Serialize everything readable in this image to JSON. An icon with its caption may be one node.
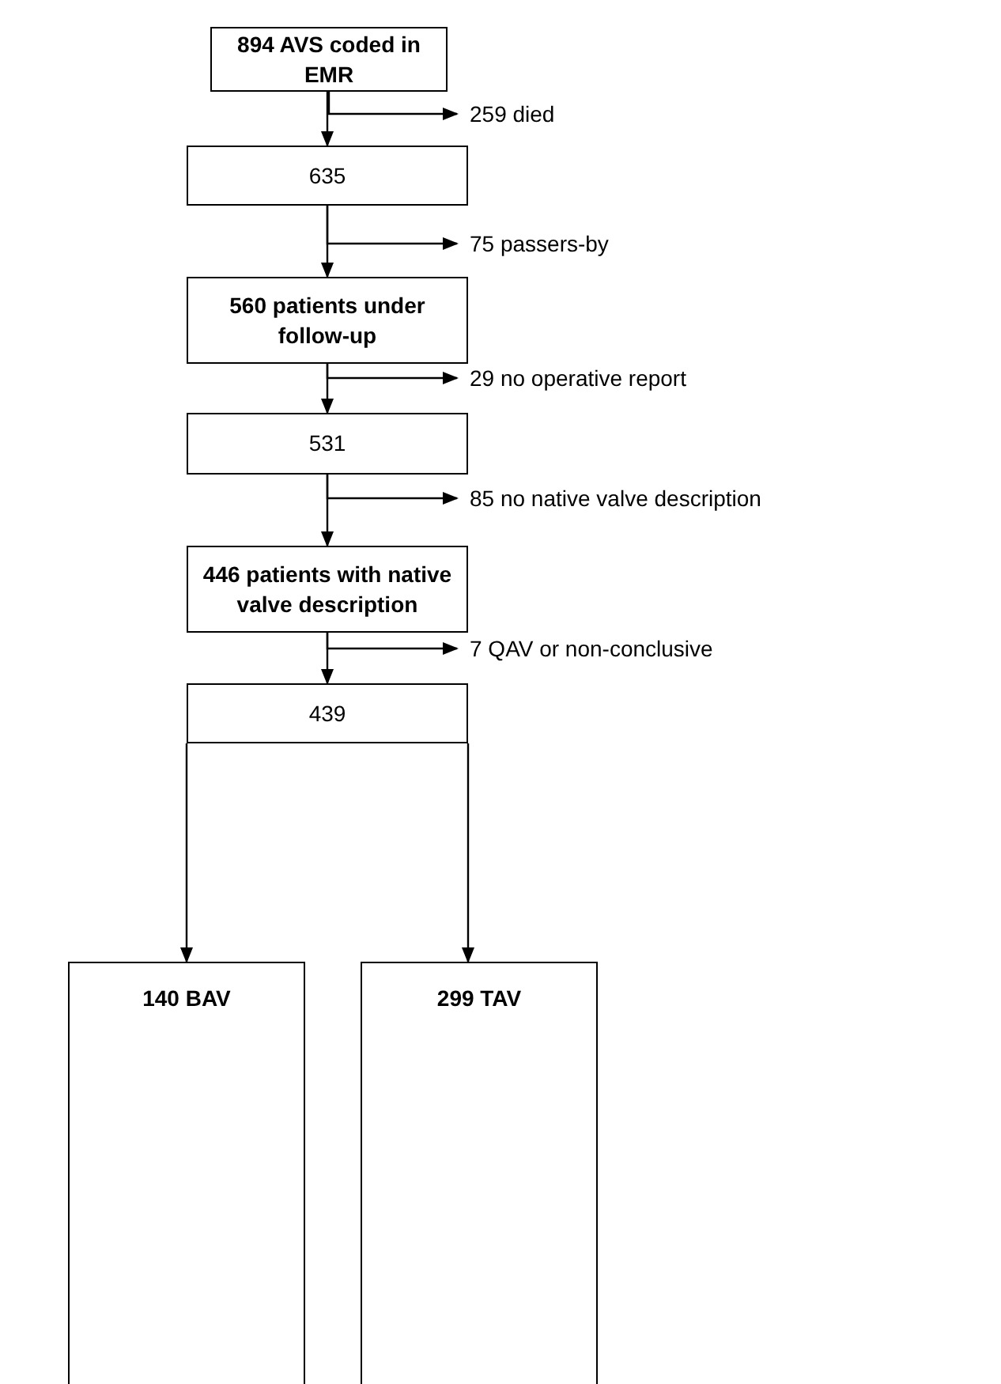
{
  "diagram": {
    "nodes": [
      {
        "text": [
          "894 AVS coded in EMR"
        ]
      },
      {
        "text": [
          "259 died"
        ]
      },
      {
        "text": [
          "635"
        ]
      },
      {
        "text": [
          "75 passers-by"
        ]
      },
      {
        "text": [
          "560 patients under follow-up"
        ]
      },
      {
        "text": [
          "29 no operative report"
        ]
      },
      {
        "text": [
          "531"
        ]
      },
      {
        "text": [
          "85 no native valve description"
        ]
      },
      {
        "text": [
          "446 patients with native valve description"
        ]
      },
      {
        "text": [
          "7 QAV or non-conclusive"
        ]
      },
      {
        "text": [
          "439"
        ]
      },
      {
        "text": [
          "140 BAV"
        ]
      },
      {
        "text": [
          "299 TAV"
        ]
      }
    ],
    "edges": [
      {
        "from": 0,
        "to": 2,
        "arrow": "to"
      },
      {
        "from": 0,
        "to": 1,
        "arrow": "to"
      },
      {
        "from": 2,
        "to": 4,
        "arrow": "to"
      },
      {
        "from": 2,
        "to": 3,
        "arrow": "to"
      },
      {
        "from": 4,
        "to": 6,
        "arrow": "to"
      },
      {
        "from": 4,
        "to": 5,
        "arrow": "to"
      },
      {
        "from": 6,
        "to": 8,
        "arrow": "to"
      },
      {
        "from": 6,
        "to": 7,
        "arrow": "to"
      },
      {
        "from": 8,
        "to": 10,
        "arrow": "to"
      },
      {
        "from": 8,
        "to": 9,
        "arrow": "to"
      },
      {
        "from": 10,
        "to": 11,
        "arrow": "to"
      },
      {
        "from": 10,
        "to": 12,
        "arrow": "to"
      }
    ]
  }
}
